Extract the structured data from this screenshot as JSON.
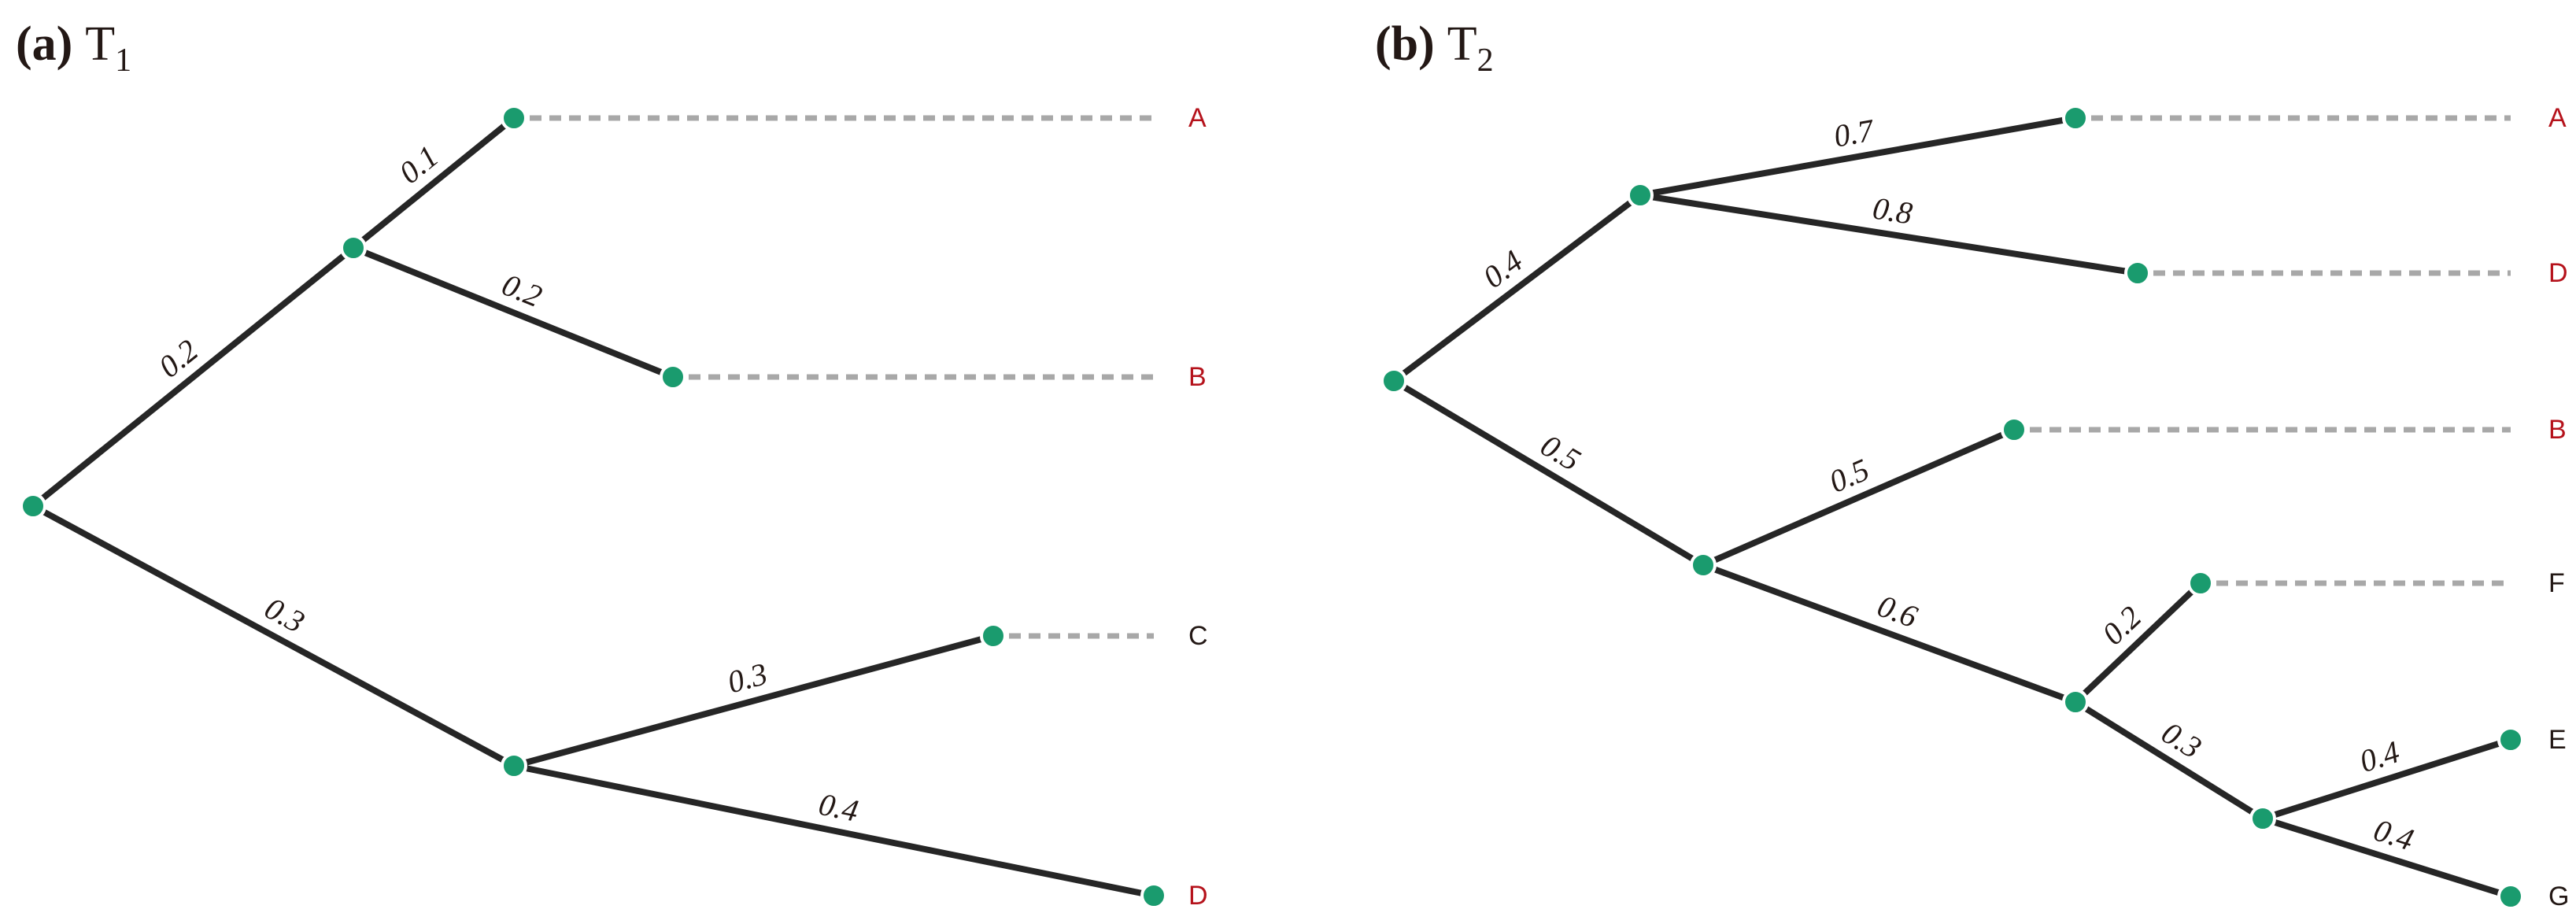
{
  "panels": [
    {
      "id": "a",
      "tag": "(a)",
      "title": "T",
      "subscript": "1",
      "edges": [
        {
          "from": "r",
          "to": "u",
          "weight": "0.2"
        },
        {
          "from": "u",
          "to": "nA",
          "weight": "0.1"
        },
        {
          "from": "u",
          "to": "nB",
          "weight": "0.2"
        },
        {
          "from": "r",
          "to": "v",
          "weight": "0.3"
        },
        {
          "from": "v",
          "to": "nC",
          "weight": "0.3"
        },
        {
          "from": "v",
          "to": "nD",
          "weight": "0.4"
        }
      ],
      "leaves": [
        {
          "node": "nA",
          "label": "A",
          "status": "shared"
        },
        {
          "node": "nB",
          "label": "B",
          "status": "shared"
        },
        {
          "node": "nC",
          "label": "C",
          "status": "unique"
        },
        {
          "node": "nD",
          "label": "D",
          "status": "shared"
        }
      ]
    },
    {
      "id": "b",
      "tag": "(b)",
      "title": "T",
      "subscript": "2",
      "edges": [
        {
          "from": "r",
          "to": "p",
          "weight": "0.4"
        },
        {
          "from": "p",
          "to": "nA",
          "weight": "0.7"
        },
        {
          "from": "p",
          "to": "nD",
          "weight": "0.8"
        },
        {
          "from": "r",
          "to": "q",
          "weight": "0.5"
        },
        {
          "from": "q",
          "to": "nB",
          "weight": "0.5"
        },
        {
          "from": "q",
          "to": "s",
          "weight": "0.6"
        },
        {
          "from": "s",
          "to": "nF",
          "weight": "0.2"
        },
        {
          "from": "s",
          "to": "t",
          "weight": "0.3"
        },
        {
          "from": "t",
          "to": "nE",
          "weight": "0.4"
        },
        {
          "from": "t",
          "to": "nG",
          "weight": "0.4"
        }
      ],
      "leaves": [
        {
          "node": "nA",
          "label": "A",
          "status": "shared"
        },
        {
          "node": "nD",
          "label": "D",
          "status": "shared"
        },
        {
          "node": "nB",
          "label": "B",
          "status": "shared"
        },
        {
          "node": "nF",
          "label": "F",
          "status": "unique"
        },
        {
          "node": "nE",
          "label": "E",
          "status": "unique"
        },
        {
          "node": "nG",
          "label": "G",
          "status": "unique"
        }
      ]
    }
  ],
  "colors": {
    "edge": "#262626",
    "node": "#1a9b6e",
    "dash": "#a8a8a8",
    "shared_leaf": "#b5121b",
    "unique_leaf": "#231815"
  }
}
